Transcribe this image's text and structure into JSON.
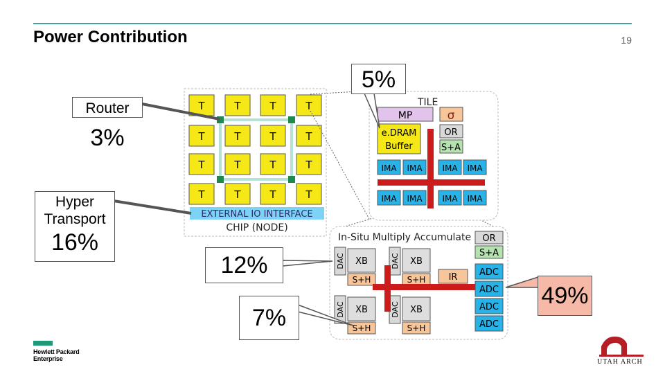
{
  "slide": {
    "title": "Power Contribution",
    "page_number": "19"
  },
  "callouts": {
    "router": {
      "label": "Router",
      "percent": "3%"
    },
    "hyper_transport": {
      "label_line1": "Hyper",
      "label_line2": "Transport",
      "percent": "16%"
    },
    "edram": {
      "percent": "5%"
    },
    "dac": {
      "percent": "12%"
    },
    "sh": {
      "percent": "7%"
    },
    "adc": {
      "percent": "49%"
    }
  },
  "chip": {
    "tile_label": "T",
    "io_label": "EXTERNAL IO INTERFACE",
    "node_label": "CHIP (NODE)"
  },
  "tile": {
    "title": "TILE",
    "mp": "MP",
    "sigma": "σ",
    "edram_line1": "e.DRAM",
    "edram_line2": "Buffer",
    "or": "OR",
    "sa": "S+A",
    "ima": "IMA"
  },
  "ima_detail": {
    "title": "In-Situ Multiply Accumulate",
    "or": "OR",
    "sa": "S+A",
    "dac": "DAC",
    "xb": "XB",
    "sh": "S+H",
    "ir": "IR",
    "adc": "ADC"
  },
  "logos": {
    "hpe_line1": "Hewlett Packard",
    "hpe_line2": "Enterprise",
    "utah": "UTAH ARCH"
  },
  "colors": {
    "accent_teal": "#3fa39a",
    "tile_yellow": "#f6e816",
    "ima_blue": "#27b2e8",
    "mp_purple": "#e1c3eb",
    "orange": "#f7c59a",
    "green": "#b6e2b1",
    "grey_box": "#d9d9d9",
    "xb_grey": "#dedede",
    "router_green": "#1e8a50",
    "bus_red": "#cc1b1b",
    "callout_pink": "#f7b9a7",
    "utah_red": "#b51e25"
  }
}
